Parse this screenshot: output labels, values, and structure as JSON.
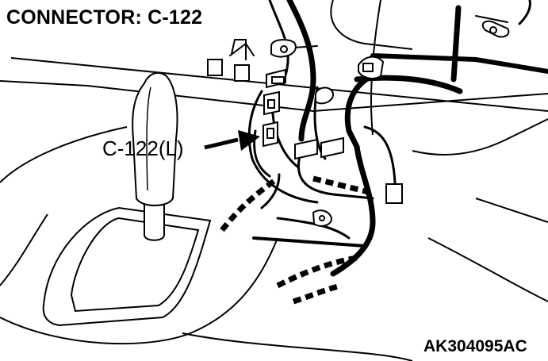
{
  "diagram": {
    "title": "CONNECTOR: C-122",
    "callout_label": "C-122(L)",
    "figure_code": "AK304095AC",
    "icons": [
      "connector-icon",
      "ground-terminal-icon",
      "shift-lever-icon",
      "wiring-harness-icon",
      "pointer-arrow-icon"
    ],
    "colors": {
      "line": "#000000",
      "background": "#ffffff"
    }
  }
}
